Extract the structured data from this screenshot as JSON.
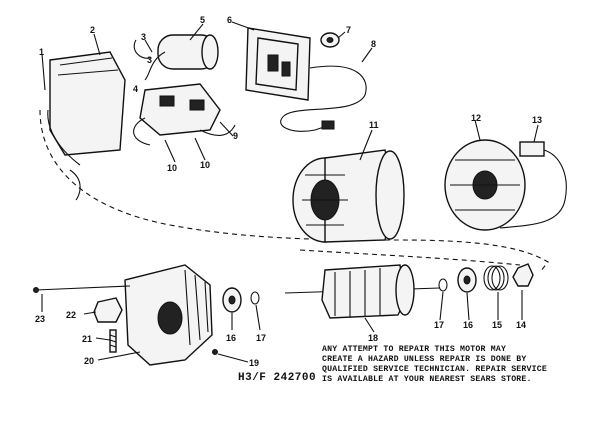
{
  "labels": {
    "p1": "1",
    "p2": "2",
    "p3": "3",
    "p3b": "3",
    "p4": "4",
    "p5": "5",
    "p6": "6",
    "p7": "7",
    "p8": "8",
    "p9": "9",
    "p10a": "10",
    "p10b": "10",
    "p11": "11",
    "p12": "12",
    "p13": "13",
    "p14": "14",
    "p15": "15",
    "p16a": "16",
    "p16b": "16",
    "p17a": "17",
    "p17b": "17",
    "p18": "18",
    "p19": "19",
    "p20": "20",
    "p21": "21",
    "p22": "22",
    "p23": "23"
  },
  "diagram_code": "H3/F 242700",
  "warning_text": "ANY ATTEMPT TO REPAIR THIS MOTOR MAY\nCREATE A HAZARD UNLESS REPAIR IS DONE BY\nQUALIFIED SERVICE TECHNICIAN. REPAIR SERVICE\nIS AVAILABLE AT YOUR NEAREST SEARS STORE."
}
